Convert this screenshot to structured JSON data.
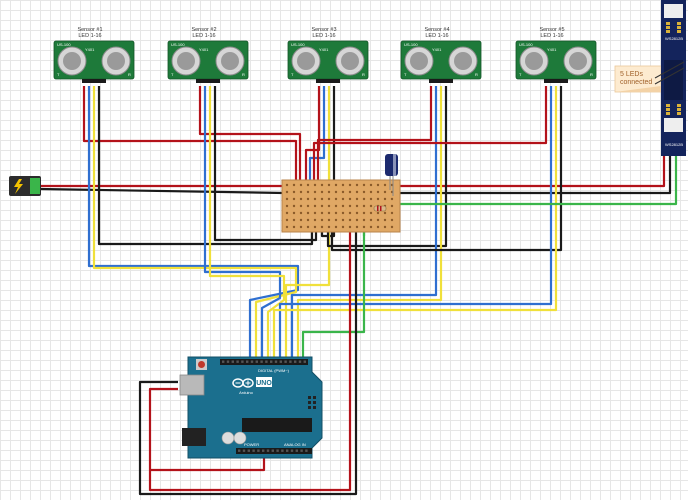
{
  "sensors": [
    {
      "name": "Sensor #1",
      "leds": "LED 1-16"
    },
    {
      "name": "Sensor #2",
      "leds": "LED 1-16"
    },
    {
      "name": "Sensor #3",
      "leds": "LED 1-16"
    },
    {
      "name": "Sensor #4",
      "leds": "LED 1-16"
    },
    {
      "name": "Sensor #5",
      "leds": "LED 1-16"
    }
  ],
  "sensor_board": {
    "chip_label": "Y401",
    "left_mark": "T",
    "right_mark": "R",
    "model": "US-100"
  },
  "note": {
    "line1": "5 LEDs",
    "line2": "connected"
  },
  "arduino": {
    "brand": "Arduino",
    "model": "UNO",
    "digital_label": "DIGITAL (PWM~)",
    "analog_label": "ANALOG IN",
    "power_label": "POWER"
  },
  "led_strip": {
    "label": "WS2812B"
  },
  "colors": {
    "power": "#b3121a",
    "ground": "#1a1a1a",
    "trigger": "#2f6fd0",
    "echo": "#f0e03a",
    "data": "#3ab54a",
    "pcb": "#1e7a3a",
    "arduino": "#1b6f8e",
    "protoboard": "#e0a865"
  }
}
